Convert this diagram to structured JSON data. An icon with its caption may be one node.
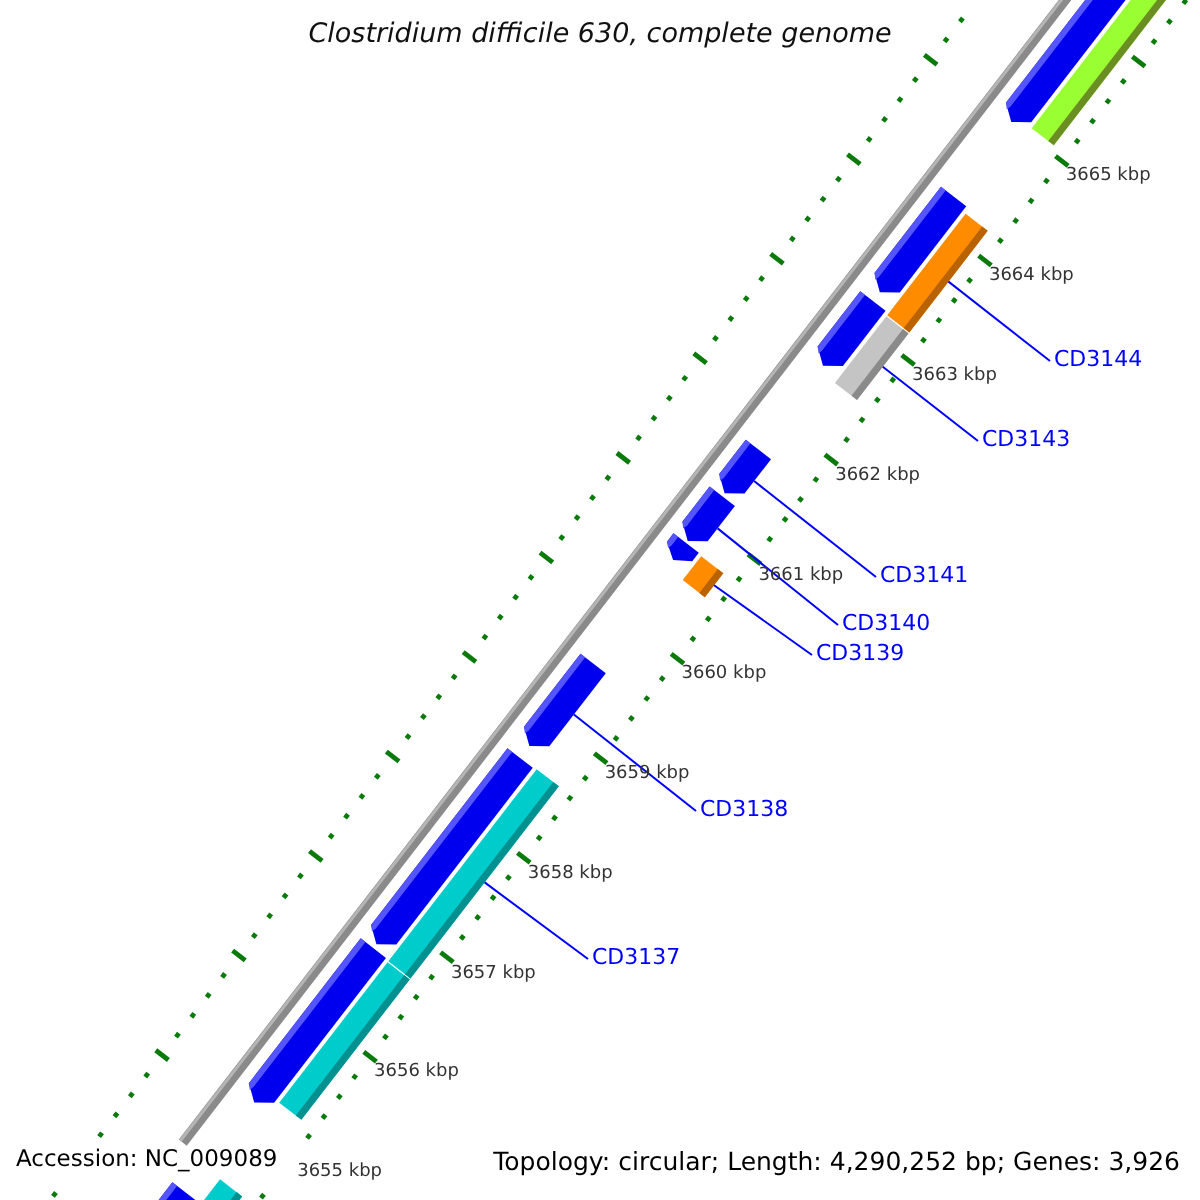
{
  "diagram": {
    "title": "Clostridium difficile 630, complete genome",
    "nodes": [
      {
        "text": [
          "CD3144"
        ]
      },
      {
        "text": [
          "CD3143"
        ]
      },
      {
        "text": [
          "CD3141"
        ]
      },
      {
        "text": [
          "CD3140"
        ]
      },
      {
        "text": [
          "CD3139"
        ]
      },
      {
        "text": [
          "CD3138"
        ]
      },
      {
        "text": [
          "CD3137"
        ]
      },
      {
        "text": [],
        "shape": "pentagon"
      },
      {
        "text": [],
        "shape": "bar"
      },
      {
        "text": [],
        "shape": "pentagon"
      },
      {
        "text": [],
        "shape": "bar"
      },
      {
        "text": [],
        "shape": "pentagon"
      },
      {
        "text": [],
        "shape": "bar"
      },
      {
        "text": [],
        "shape": "pentagon"
      },
      {
        "text": [],
        "shape": "pentagon"
      },
      {
        "text": [],
        "shape": "pentagon"
      },
      {
        "text": [],
        "shape": "bar"
      },
      {
        "text": [],
        "shape": "pentagon"
      },
      {
        "text": [],
        "shape": "pentagon"
      },
      {
        "text": [],
        "shape": "bar"
      },
      {
        "text": [],
        "shape": "pentagon"
      },
      {
        "text": [],
        "shape": "bar"
      },
      {
        "text": [],
        "shape": "pentagon"
      },
      {
        "text": [],
        "shape": "bar"
      }
    ],
    "edges": [
      {
        "from": 0,
        "to": 10,
        "arrow": "none"
      },
      {
        "from": 1,
        "to": 12,
        "arrow": "none"
      },
      {
        "from": 2,
        "to": 13,
        "arrow": "none"
      },
      {
        "from": 3,
        "to": 14,
        "arrow": "none"
      },
      {
        "from": 4,
        "to": 16,
        "arrow": "none"
      },
      {
        "from": 5,
        "to": 17,
        "arrow": "none"
      },
      {
        "from": 6,
        "to": 19,
        "arrow": "none"
      }
    ],
    "labels": [
      "3665 kbp",
      "3664 kbp",
      "3663 kbp",
      "3662 kbp",
      "3661 kbp",
      "3660 kbp",
      "3659 kbp",
      "3658 kbp",
      "3657 kbp",
      "3656 kbp",
      "3655 kbp",
      "Accession: NC_009089",
      "Topology: circular; Length: 4,290,252 bp; Genes: 3,926"
    ]
  }
}
